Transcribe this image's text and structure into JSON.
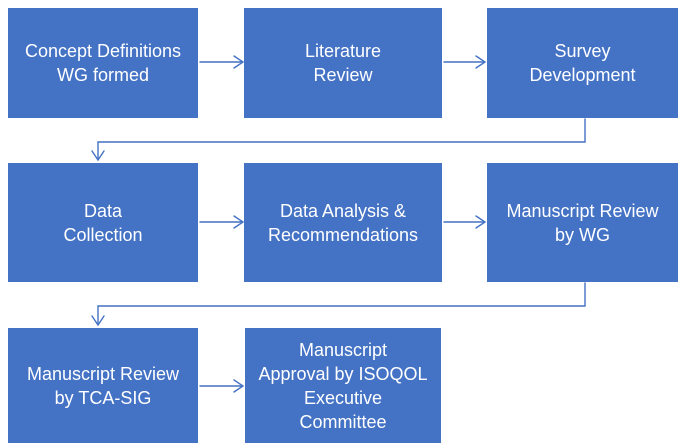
{
  "diagram": {
    "colors": {
      "background": "#FFFFFF",
      "node_fill": "#4472C4",
      "node_text": "#FFFFFF",
      "connector": "#4472C4"
    },
    "nodes": [
      {
        "id": "concept-definitions-wg",
        "label": "Concept Definitions\nWG formed"
      },
      {
        "id": "literature-review",
        "label": "Literature\nReview"
      },
      {
        "id": "survey-development",
        "label": "Survey\nDevelopment"
      },
      {
        "id": "data-collection",
        "label": "Data\nCollection"
      },
      {
        "id": "data-analysis-recommendations",
        "label": "Data Analysis &\nRecommendations"
      },
      {
        "id": "manuscript-review-wg",
        "label": "Manuscript Review\nby WG"
      },
      {
        "id": "manuscript-review-tca-sig",
        "label": "Manuscript Review\nby TCA-SIG"
      },
      {
        "id": "manuscript-approval-isoqol",
        "label": "Manuscript\nApproval by ISOQOL\nExecutive\nCommittee"
      }
    ],
    "edges": [
      {
        "from": "concept-definitions-wg",
        "to": "literature-review",
        "style": "straight-right"
      },
      {
        "from": "literature-review",
        "to": "survey-development",
        "style": "straight-right"
      },
      {
        "from": "survey-development",
        "to": "data-collection",
        "style": "elbow-down-left-down"
      },
      {
        "from": "data-collection",
        "to": "data-analysis-recommendations",
        "style": "straight-right"
      },
      {
        "from": "data-analysis-recommendations",
        "to": "manuscript-review-wg",
        "style": "straight-right"
      },
      {
        "from": "manuscript-review-wg",
        "to": "manuscript-review-tca-sig",
        "style": "elbow-down-left-down"
      },
      {
        "from": "manuscript-review-tca-sig",
        "to": "manuscript-approval-isoqol",
        "style": "straight-right"
      }
    ]
  }
}
